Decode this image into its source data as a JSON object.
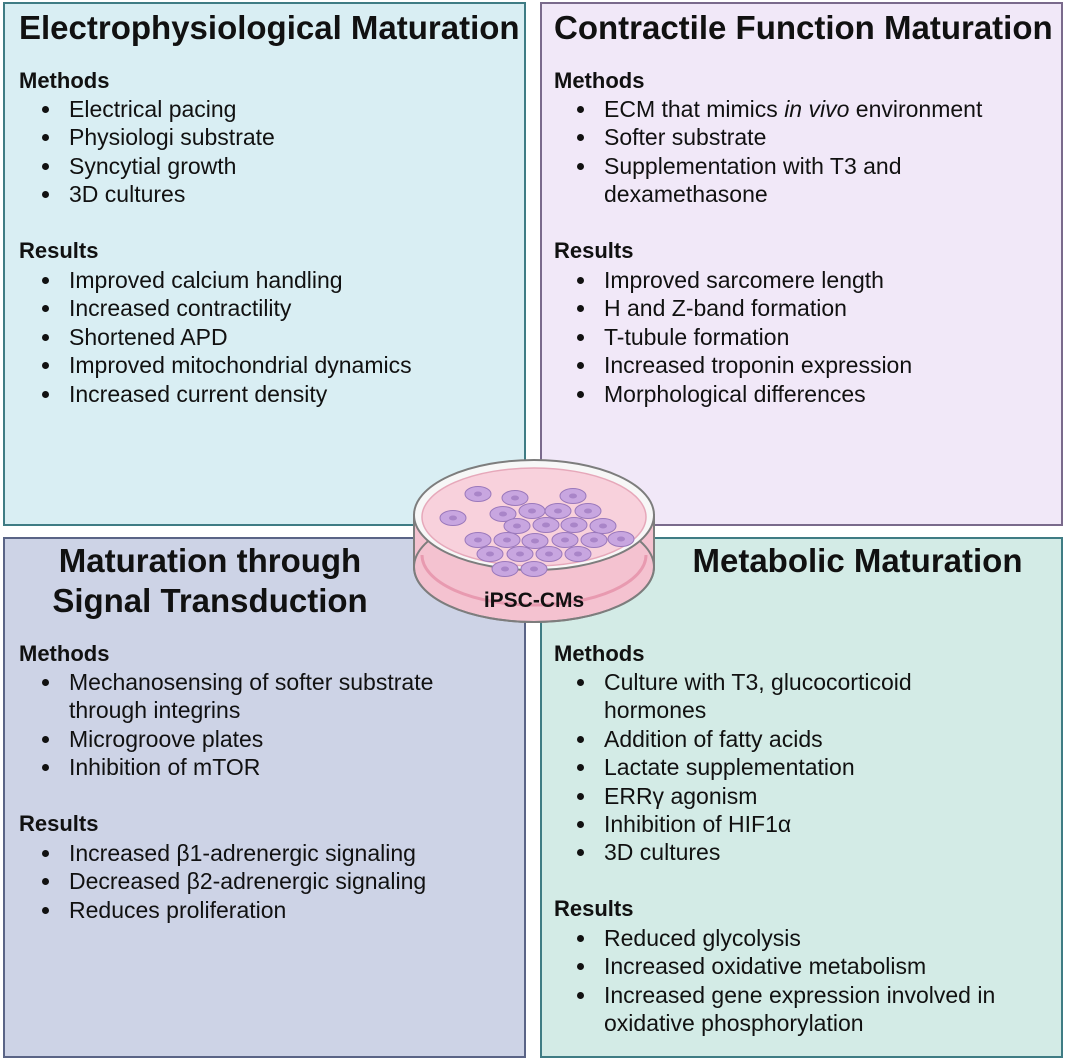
{
  "panels": {
    "electro": {
      "title": "Electrophysiological Maturation",
      "methods_label": "Methods",
      "methods": [
        "Electrical pacing",
        "Physiologi substrate",
        "Syncytial growth",
        "3D cultures"
      ],
      "results_label": "Results",
      "results": [
        "Improved calcium handling",
        "Increased contractility",
        "Shortened APD",
        "Improved mitochondrial dynamics",
        "Increased current density"
      ]
    },
    "contract": {
      "title": "Contractile Function Maturation",
      "methods_label": "Methods",
      "methods": [
        {
          "before": "ECM that mimics ",
          "italic": "in vivo",
          "after": " environment"
        },
        "Softer substrate",
        "Supplementation with T3 and dexamethasone"
      ],
      "results_label": "Results",
      "results": [
        "Improved sarcomere length",
        "H and Z-band formation",
        "T-tubule formation",
        "Increased troponin expression",
        "Morphological differences"
      ]
    },
    "signal": {
      "title_line1": "Maturation through",
      "title_line2": "Signal Transduction",
      "methods_label": "Methods",
      "methods": [
        "Mechanosensing of softer substrate through integrins",
        "Microgroove plates",
        "Inhibition of mTOR"
      ],
      "results_label": "Results",
      "results": [
        "Increased β1-adrenergic signaling",
        "Decreased β2-adrenergic signaling",
        "Reduces proliferation"
      ]
    },
    "metab": {
      "title": "Metabolic Maturation",
      "methods_label": "Methods",
      "methods": [
        "Culture with T3, glucocorticoid hormones",
        "Addition of fatty acids",
        "Lactate supplementation",
        "ERRγ agonism",
        "Inhibition of HIF1α",
        "3D cultures"
      ],
      "results_label": "Results",
      "results": [
        "Reduced glycolysis",
        "Increased oxidative metabolism",
        "Increased gene expression involved in oxidative phosphorylation"
      ]
    }
  },
  "center": {
    "label": "iPSC-CMs"
  },
  "colors": {
    "electro_bg": "#d9eef3",
    "contract_bg": "#f1e8f8",
    "signal_bg": "#cdd3e6",
    "metab_bg": "#d3ebe6",
    "dish_fill": "#f7c9d6",
    "cell_fill": "#c8a6e0"
  }
}
